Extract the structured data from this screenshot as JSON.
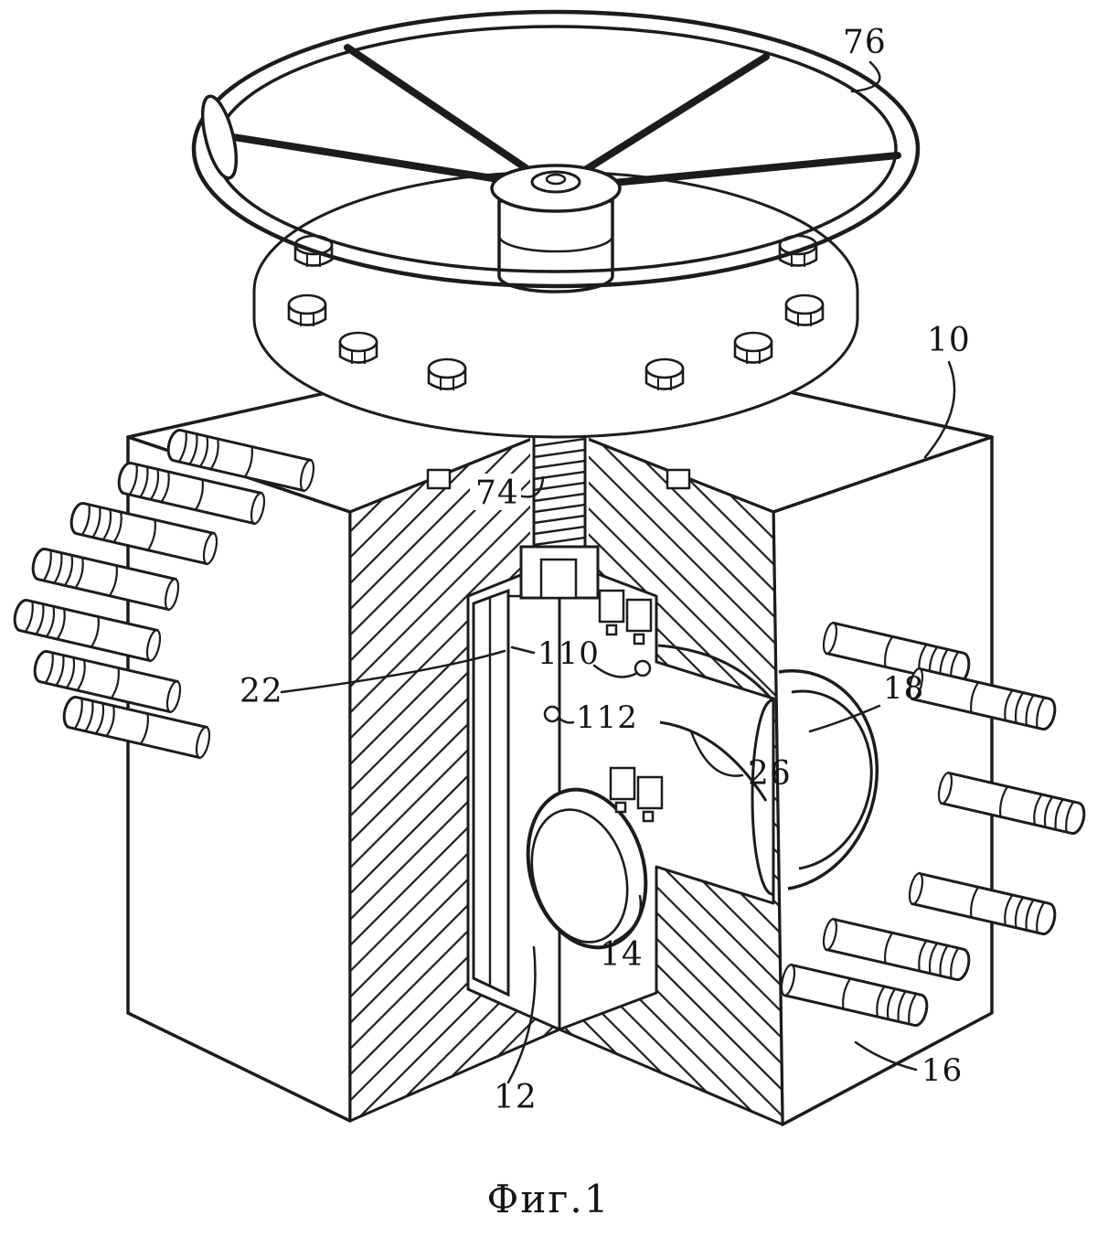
{
  "figure": {
    "caption": "Фиг.1",
    "ink_color": "#1c1c1c",
    "background": "#ffffff",
    "labels": [
      {
        "ref": "76"
      },
      {
        "ref": "10"
      },
      {
        "ref": "74"
      },
      {
        "ref": "110"
      },
      {
        "ref": "22"
      },
      {
        "ref": "112"
      },
      {
        "ref": "18"
      },
      {
        "ref": "26"
      },
      {
        "ref": "14"
      },
      {
        "ref": "16"
      },
      {
        "ref": "12"
      }
    ]
  }
}
